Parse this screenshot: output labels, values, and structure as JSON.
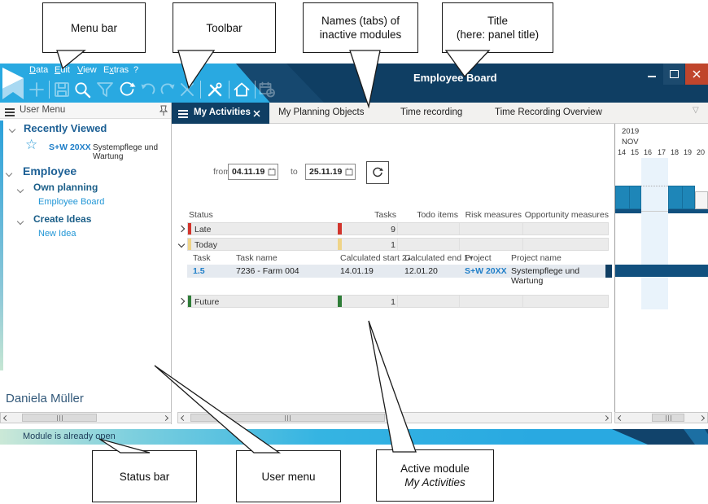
{
  "callouts": {
    "menu_bar": "Menu bar",
    "toolbar": "Toolbar",
    "inactive_tabs": [
      "Names (tabs) of",
      "inactive modules"
    ],
    "panel_title": [
      "Title",
      "(here: panel title)"
    ],
    "status_bar": "Status bar",
    "user_menu": "User menu",
    "active_module": [
      "Active module",
      "My Activities"
    ]
  },
  "titlebar": {
    "title": "Employee Board",
    "menu_items": [
      {
        "pre": "",
        "key": "D",
        "post": "ata"
      },
      {
        "pre": "",
        "key": "E",
        "post": "dit"
      },
      {
        "pre": "",
        "key": "V",
        "post": "iew"
      },
      {
        "pre": "E",
        "key": "x",
        "post": "tras"
      },
      {
        "pre": "?",
        "key": "",
        "post": ""
      }
    ]
  },
  "toolbar_icons": [
    "new",
    "save",
    "search",
    "filter",
    "refresh",
    "undo",
    "redo",
    "delete",
    "tools",
    "home",
    "planning-board"
  ],
  "tabs": {
    "active": "My Activities",
    "inactive": [
      "My Planning Objects",
      "Time recording",
      "Time Recording Overview"
    ]
  },
  "sidebar": {
    "header": "User Menu",
    "recently_viewed": {
      "title": "Recently Viewed",
      "item_code": "S+W 20XX",
      "item_name": "Systempflege und Wartung"
    },
    "employee": {
      "title": "Employee",
      "groups": [
        {
          "title": "Own planning",
          "link": "Employee Board"
        },
        {
          "title": "Create Ideas",
          "link": "New Idea"
        }
      ]
    },
    "user_name": "Daniela Müller"
  },
  "filter": {
    "from_label": "from",
    "from_value": "04.11.19",
    "to_label": "to",
    "to_value": "25.11.19"
  },
  "summary_table": {
    "columns": [
      "Status",
      "Tasks",
      "Todo items",
      "Risk measures",
      "Opportunity measures"
    ],
    "rows": [
      {
        "status": "Late",
        "tasks": "9",
        "color": "#D2342C"
      },
      {
        "status": "Today",
        "tasks": "1",
        "color": "#EFD488"
      },
      {
        "status": "Future",
        "tasks": "1",
        "color": "#2F7D38"
      }
    ]
  },
  "task_table": {
    "columns": [
      "Task",
      "Task name",
      "Calculated start 2",
      "Calculated end 1",
      "Project",
      "Project name"
    ],
    "row": {
      "task": "1.5",
      "task_name": "7236 - Farm 004",
      "calc_start": "14.01.19",
      "calc_end": "12.01.20",
      "project": "S+W 20XX",
      "project_name": "Systempflege und Wartung"
    }
  },
  "gantt": {
    "year": "2019",
    "month": "NOV",
    "days": [
      "14",
      "15",
      "16",
      "17",
      "18",
      "19",
      "20"
    ]
  },
  "status_message": "Module is already open",
  "icons": {
    "star": "☆",
    "sort_asc": "▲",
    "sort_desc": "▼",
    "tab_overflow": "▽"
  },
  "colors": {
    "accent_cyan": "#29A9E1",
    "navy": "#0F3E63",
    "close_red": "#C0452C",
    "link_blue": "#1E7EC8",
    "late_red": "#D2342C",
    "today_amber": "#EFD488",
    "future_green": "#2F7D38"
  }
}
